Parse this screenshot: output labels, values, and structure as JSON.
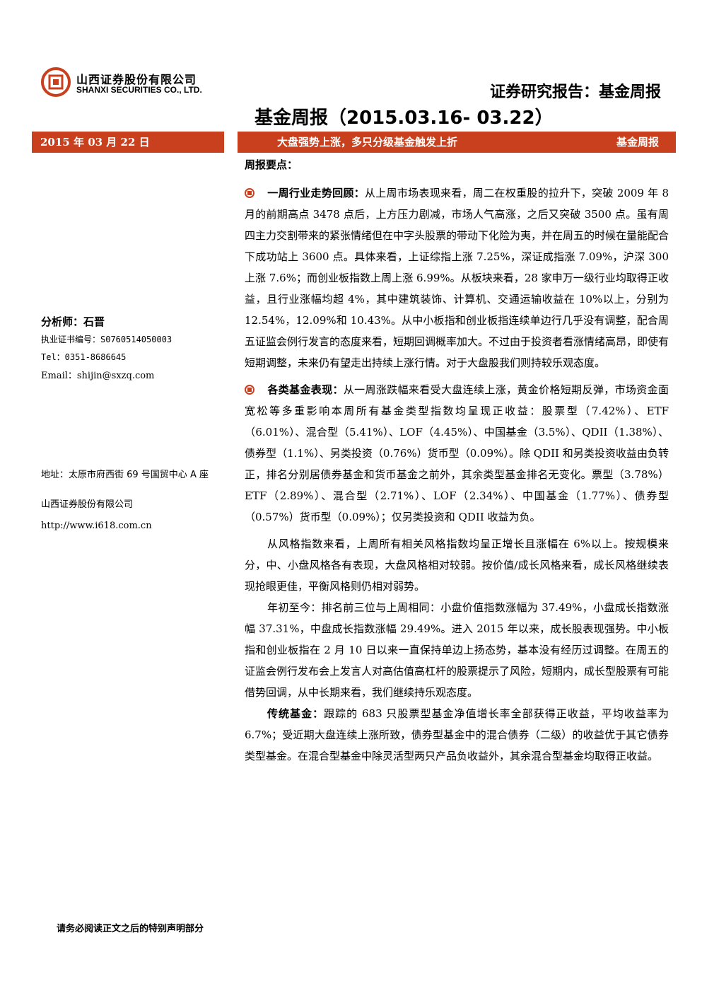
{
  "header": {
    "company_cn": "山西证券股份有限公司",
    "company_en": "SHANXI SECURITIES CO., LTD.",
    "report_type": "证券研究报告：基金周报",
    "title": "基金周报（2015.03.16- 03.22）",
    "brand_color": "#c8401e"
  },
  "banner": {
    "date": "2015 年 03 月 22 日",
    "headline": "大盘强势上涨，多只分级基金触发上折",
    "tag": "基金周报"
  },
  "summary_label": "周报要点：",
  "sidebar": {
    "analyst": "分析师：石晋",
    "cert": "执业证书编号：S0760514050003",
    "tel": "Tel：0351-8686645",
    "email": "Email：shijin@sxzq.com",
    "address": "地址：太原市府西街 69 号国贸中心 A 座",
    "company": "山西证券股份有限公司",
    "url": "http://www.i618.com.cn"
  },
  "sections": {
    "s1_title": "一周行业走势回顾：",
    "s1_body": "从上周市场表现来看，周二在权重股的拉升下，突破 2009 年 8 月的前期高点 3478 点后，上方压力剧减，市场人气高涨，之后又突破 3500 点。虽有周四主力交割带来的紧张情绪但在中字头股票的带动下化险为夷，并在周五的时候在量能配合下成功站上 3600 点。具体来看，上证综指上涨 7.25%，深证成指涨 7.09%，沪深 300 上涨 7.6%；而创业板指数上周上涨 6.99%。从板块来看，28 家申万一级行业均取得正收益，且行业涨幅均超 4%，其中建筑装饰、计算机、交通运输收益在 10%以上，分别为 12.54%，12.09%和 10.43%。从中小板指和创业板指连续单边行几乎没有调整，配合周五证监会例行发言的态度来看，短期回调概率加大。不过由于投资者看涨情绪高昂，即使有短期调整，未来仍有望走出持续上涨行情。对于大盘股我们则持较乐观态度。",
    "s2_title": "各类基金表现：",
    "s2_body": "从一周涨跌幅来看受大盘连续上涨，黄金价格短期反弹，市场资金面宽松等多重影响本周所有基金类型指数均呈现正收益：股票型（7.42%）、ETF（6.01%）、混合型（5.41%）、LOF（4.45%）、中国基金（3.5%）、QDII（1.38%）、债券型（1.1%）、另类投资（0.76%）货币型（0.09%）。除 QDII 和另类投资收益由负转正，排名分别居债券基金和货币基金之前外，其余类型基金排名无变化。票型（3.78%）ETF（2.89%）、混合型（2.71%）、LOF（2.34%）、中国基金（1.77%）、债券型（0.57%）货币型（0.09%）；仅另类投资和 QDII 收益为负。",
    "p3": "从风格指数来看，上周所有相关风格指数均呈正增长且涨幅在 6%以上。按规模来分，中、小盘风格各有表现，大盘风格相对较弱。按价值/成长风格来看，成长风格继续表现抢眼更佳，平衡风格则仍相对弱势。",
    "p4": "年初至今：排名前三位与上周相同：小盘价值指数涨幅为 37.49%，小盘成长指数涨幅 37.31%，中盘成长指数涨幅 29.49%。进入 2015 年以来，成长股表现强势。中小板指和创业板指在 2 月 10 日以来一直保持单边上扬态势，基本没有经历过调整。在周五的证监会例行发布会上发言人对高估值高杠杆的股票提示了风险，短期内，成长型股票有可能借势回调，从中长期来看，我们继续持乐观态度。",
    "p5_title": "传统基金：",
    "p5_body": "跟踪的 683 只股票型基金净值增长率全部获得正收益，平均收益率为 6.7%；受近期大盘连续上涨所致，债券型基金中的混合债券（二级）的收益优于其它债券类型基金。在混合型基金中除灵活型两只产品负收益外，其余混合型基金均取得正收益。"
  },
  "footer": "请务必阅读正文之后的特别声明部分"
}
